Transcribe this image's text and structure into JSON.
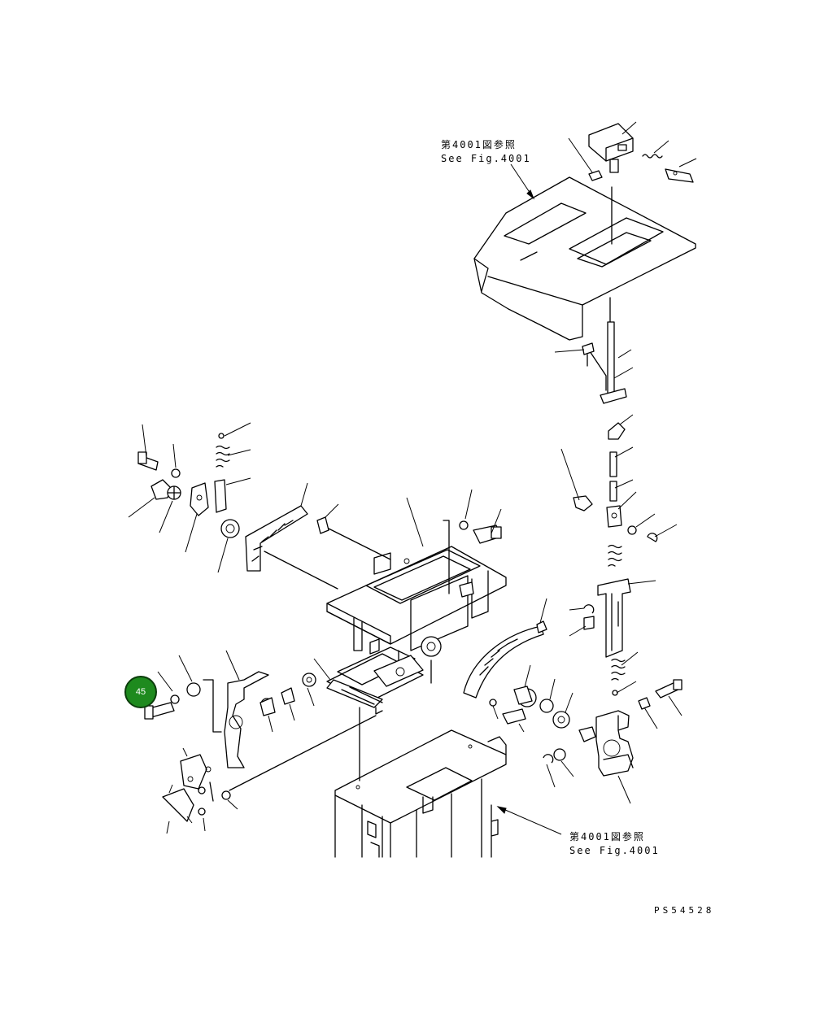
{
  "top_reference": {
    "jp": "第4001図参照",
    "en": "See Fig.4001"
  },
  "bottom_reference": {
    "jp": "第4001図参照",
    "en": "See Fig.4001"
  },
  "callout": {
    "label": "45",
    "color": "#1e8a1e"
  },
  "drawing_code": "PS54528"
}
